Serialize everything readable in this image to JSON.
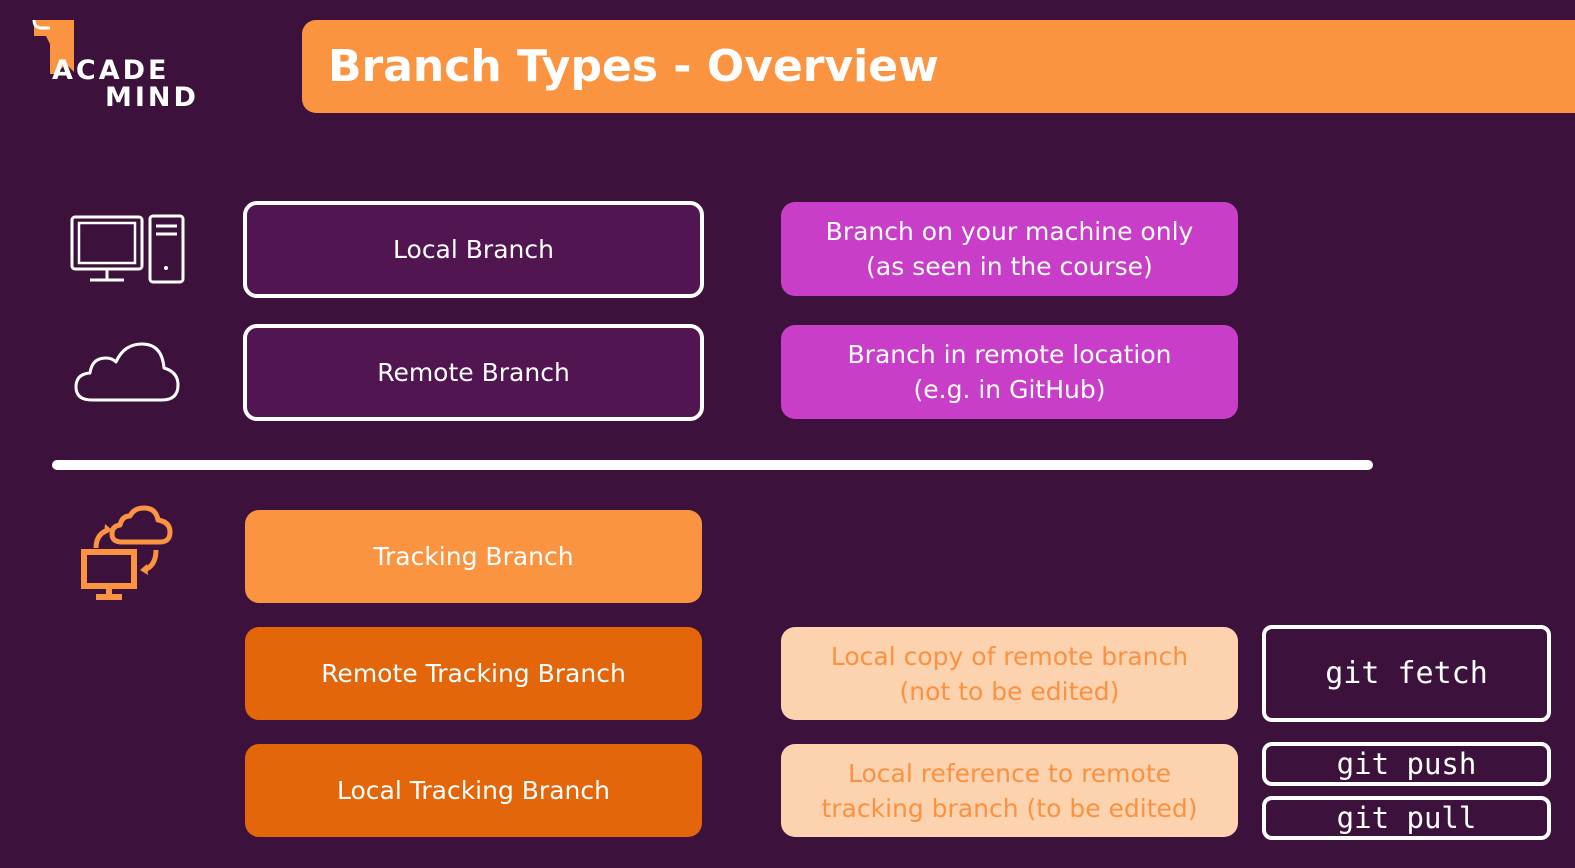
{
  "logo": {
    "line1": "ACADE",
    "line2": "MIND"
  },
  "title": "Branch Types - Overview",
  "rows": [
    {
      "label": "Local Branch",
      "description": "Branch on your machine only (as seen in the course)"
    },
    {
      "label": "Remote Branch",
      "description": "Branch in remote location (e.g. in GitHub)"
    },
    {
      "label": "Tracking Branch"
    },
    {
      "label": "Remote Tracking Branch",
      "description": "Local copy of remote branch (not to be edited)"
    },
    {
      "label": "Local Tracking Branch",
      "description": "Local reference to remote tracking branch (to be edited)"
    }
  ],
  "commands": {
    "fetch": "git fetch",
    "push": "git push",
    "pull": "git pull"
  },
  "icons": [
    "computer-icon",
    "cloud-icon",
    "sync-cloud-computer-icon"
  ],
  "colors": {
    "background": "#3c123c",
    "accent_orange": "#fb9440",
    "dark_orange": "#e3660a",
    "magenta": "#c93ec9",
    "peach": "#fdd2ae"
  }
}
